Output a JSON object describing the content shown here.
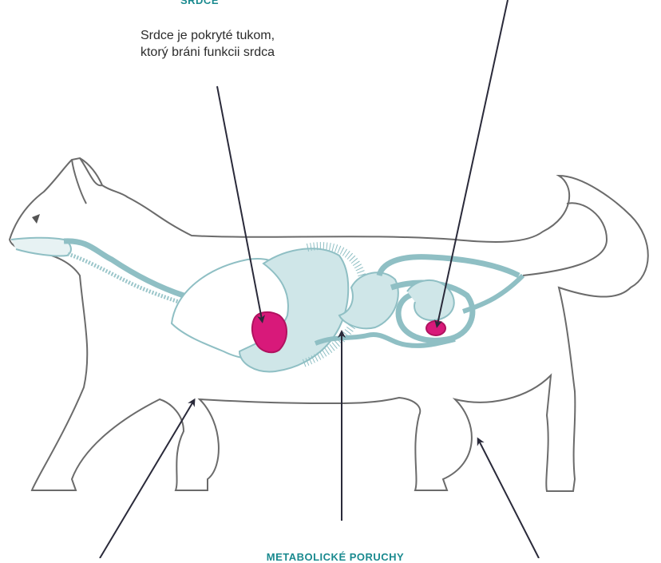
{
  "heart": {
    "title": "SRDCE",
    "description_line1": "Srdce je pokryté tukom,",
    "description_line2": "ktorý bráni funkcii srdca"
  },
  "metabolic": {
    "title": "METABOLICKÉ PORUCHY"
  },
  "colors": {
    "title_teal": "#1a8a8f",
    "outline": "#6b6b6b",
    "organ_fill": "#cfe6e8",
    "organ_stroke": "#8fbfc4",
    "fat_pink": "#d8197a",
    "arrow": "#2a2a3a"
  }
}
